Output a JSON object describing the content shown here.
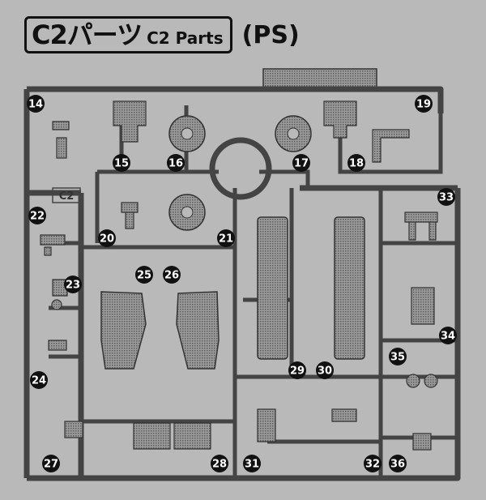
{
  "header": {
    "title": "C2パーツ",
    "subtitle": "C2 Parts",
    "suffix": "(PS)"
  },
  "frame_mark": "C2",
  "part_numbers": [
    "14",
    "15",
    "16",
    "17",
    "18",
    "19",
    "20",
    "21",
    "22",
    "23",
    "24",
    "25",
    "26",
    "27",
    "28",
    "29",
    "30",
    "31",
    "32",
    "33",
    "34",
    "35",
    "36"
  ]
}
